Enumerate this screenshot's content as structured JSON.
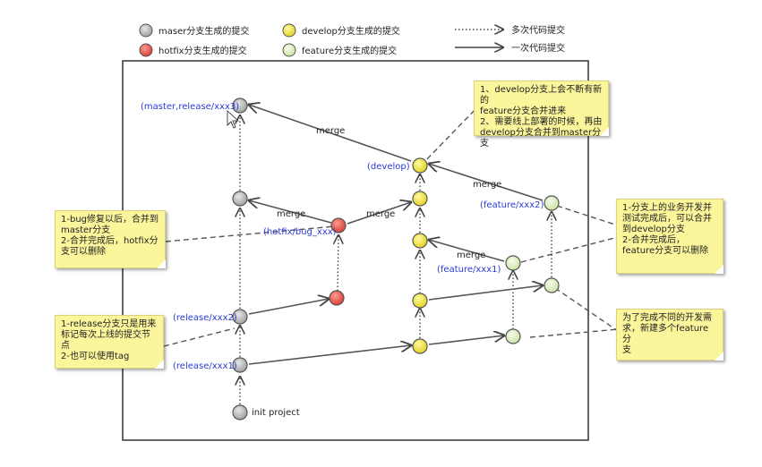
{
  "legend": {
    "items": [
      {
        "label": "maser分支生成的提交",
        "color": "#bdbdbd"
      },
      {
        "label": "develop分支生成的提交",
        "color": "#f5ea32"
      },
      {
        "label": "hotfix分支生成的提交",
        "color": "#ec5a52"
      },
      {
        "label": "feature分支生成的提交",
        "color": "#e4f2c8"
      }
    ],
    "lines": [
      {
        "label": "多次代码提交",
        "style": "dotted"
      },
      {
        "label": "一次代码提交",
        "style": "solid"
      }
    ]
  },
  "labels": {
    "master_top": "(master,release/xxx3)",
    "develop": "(develop)",
    "hotfix": "(hotfix/bug_xxx)",
    "feature2": "(feature/xxx2)",
    "feature1": "(feature/xxx1)",
    "release2": "(release/xxx2)",
    "release1": "(release/xxx1)",
    "init": "init project",
    "merge": "merge"
  },
  "notes": {
    "develop_note": "1、develop分支上会不断有新的\nfeature分支合并进来\n2、需要线上部署的时候，再由\ndevelop分支合并到master分支",
    "hotfix_note": "1-bug修复以后，合并到\nmaster分支\n2-合并完成后，hotfix分\n支可以删除",
    "feature_note": "1-分支上的业务开发并\n测试完成后，可以合并\n到develop分支\n2-合并完成后，\nfeature分支可以删除",
    "release_note": "1-release分支只是用来\n标记每次上线的提交节点\n2-也可以使用tag",
    "multi_feature_note": "为了完成不同的开发需\n求，新建多个feature分\n支"
  },
  "colors": {
    "master": "#bdbdbd",
    "develop": "#f5ea32",
    "hotfix": "#ec5a52",
    "feature": "#e4f2c8",
    "label_blue": "#2a3bd6",
    "line": "#555555",
    "note_bg": "#fbf59b"
  }
}
